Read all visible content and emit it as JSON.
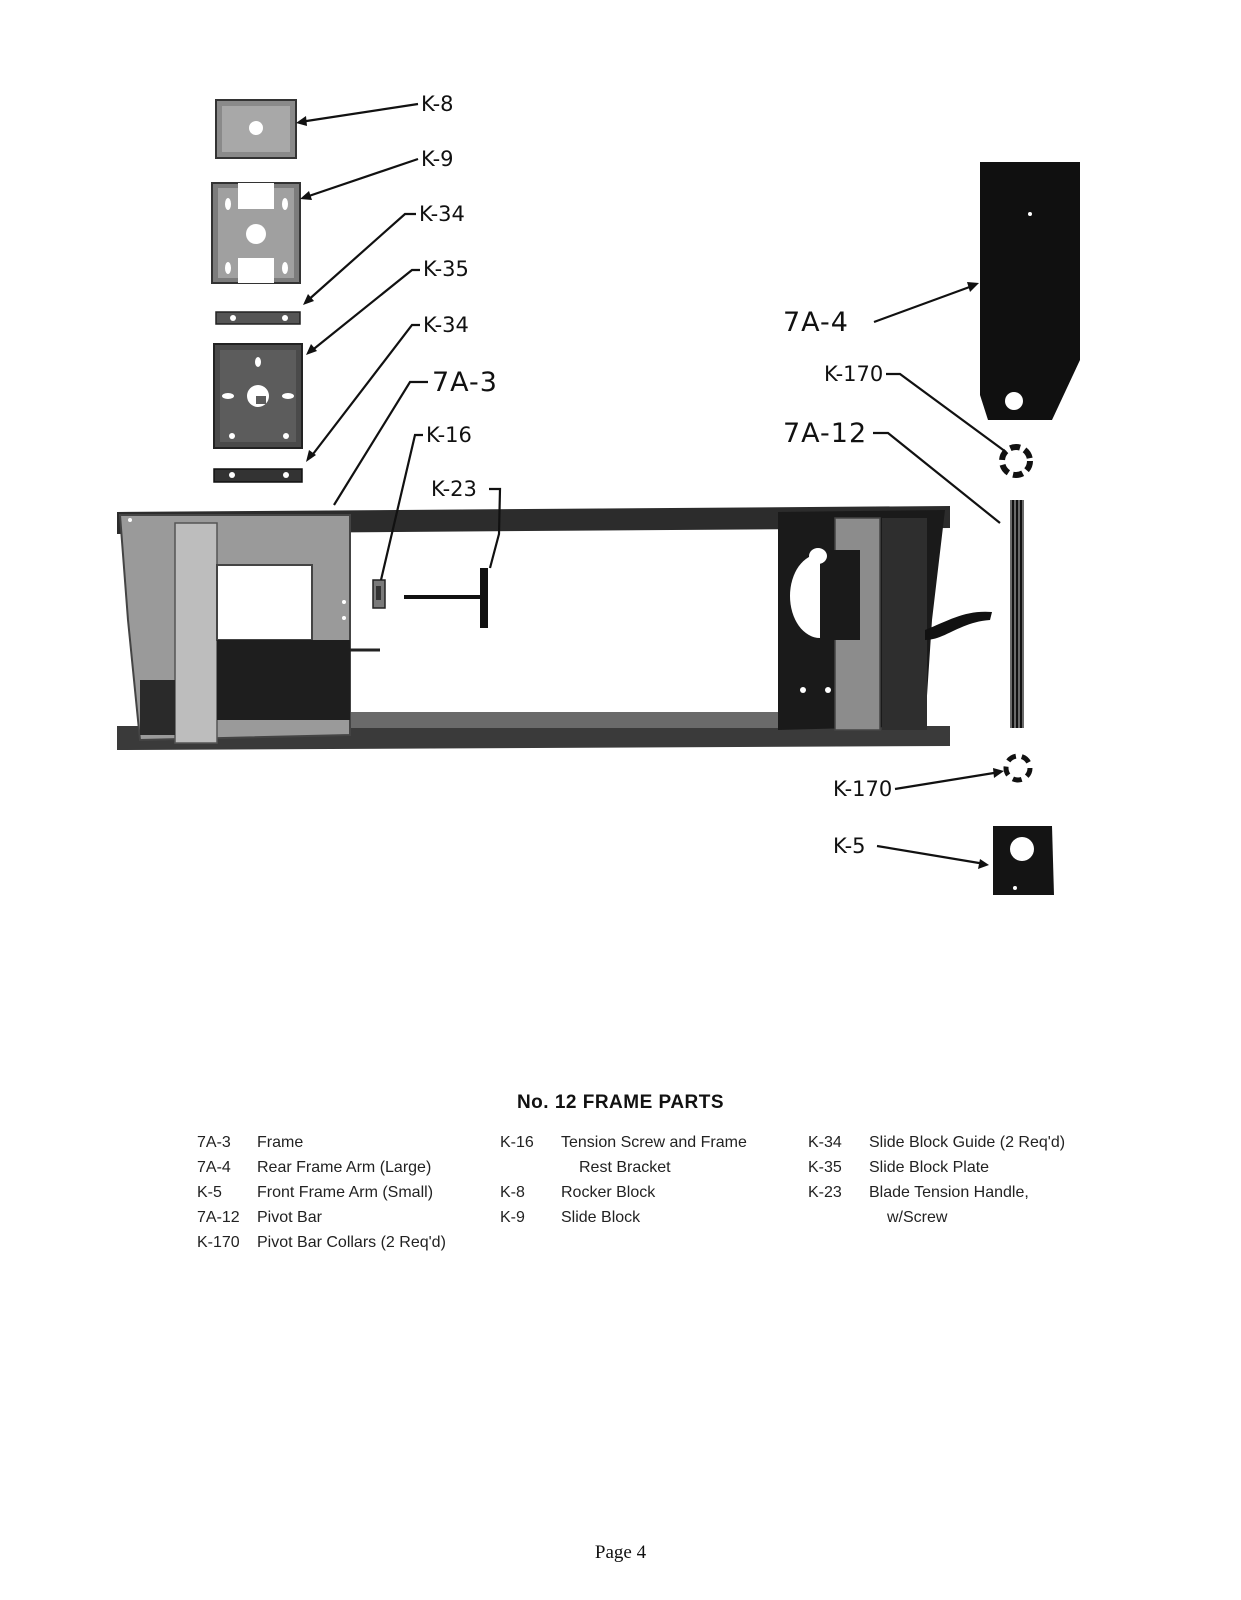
{
  "callouts": {
    "k8": "K-8",
    "k9": "K-9",
    "k34_top": "K-34",
    "k35": "K-35",
    "k34_bottom": "K-34",
    "a3": "7A-3",
    "k16": "K-16",
    "k23": "K-23",
    "a4": "7A-4",
    "k170_top": "K-170",
    "a12": "7A-12",
    "k170_bottom": "K-170",
    "k5": "K-5"
  },
  "parts_list": {
    "title": "No. 12 FRAME PARTS",
    "columns": [
      [
        {
          "number": "7A-3",
          "description": "Frame"
        },
        {
          "number": "7A-4",
          "description": "Rear Frame Arm (Large)"
        },
        {
          "number": "K-5",
          "description": "Front Frame Arm (Small)"
        },
        {
          "number": "7A-12",
          "description": "Pivot Bar"
        },
        {
          "number": "K-170",
          "description": "Pivot Bar Collars (2 Req'd)"
        }
      ],
      [
        {
          "number": "K-16",
          "description": "Tension Screw and Frame",
          "continuation": "Rest Bracket"
        },
        {
          "number": "K-8",
          "description": "Rocker Block"
        },
        {
          "number": "K-9",
          "description": "Slide Block"
        }
      ],
      [
        {
          "number": "K-34",
          "description": "Slide Block Guide (2 Req'd)"
        },
        {
          "number": "K-35",
          "description": "Slide Block Plate"
        },
        {
          "number": "K-23",
          "description": "Blade Tension Handle,",
          "continuation": "w/Screw"
        }
      ]
    ]
  },
  "page_number": "Page 4"
}
